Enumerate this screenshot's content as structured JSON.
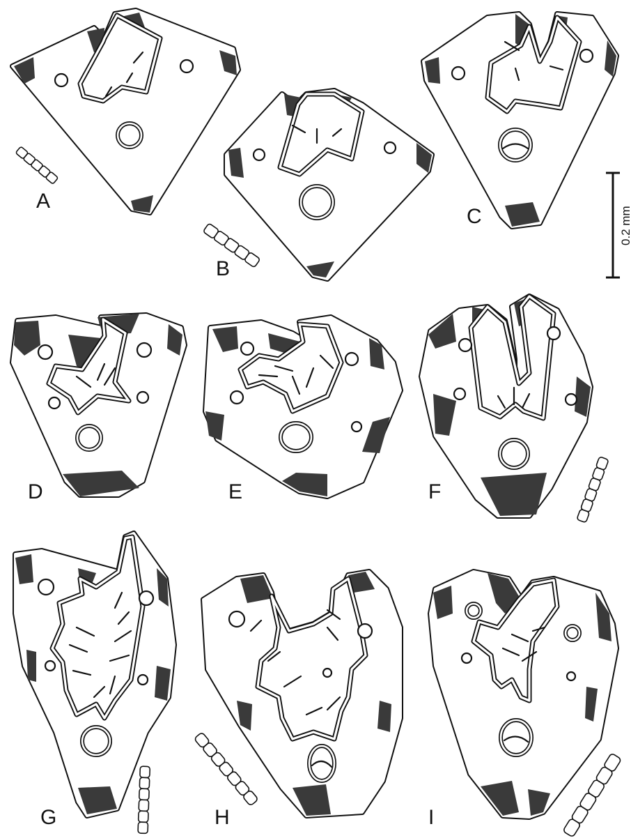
{
  "figure": {
    "panels": [
      {
        "id": "A",
        "label": "A"
      },
      {
        "id": "B",
        "label": "B"
      },
      {
        "id": "C",
        "label": "C"
      },
      {
        "id": "D",
        "label": "D"
      },
      {
        "id": "E",
        "label": "E"
      },
      {
        "id": "F",
        "label": "F"
      },
      {
        "id": "G",
        "label": "G"
      },
      {
        "id": "H",
        "label": "H"
      },
      {
        "id": "I",
        "label": "I"
      }
    ],
    "scale_bar": {
      "label": "0.2 mm"
    },
    "colors": {
      "ink": "#111111",
      "fill_dark": "#3a3a3a",
      "background": "#ffffff"
    }
  }
}
